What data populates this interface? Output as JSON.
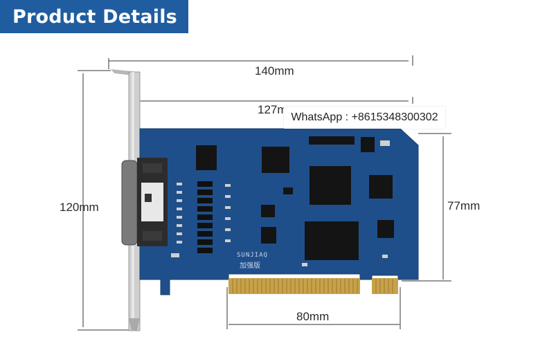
{
  "banner": {
    "title": "Product Details"
  },
  "dimensions": {
    "width_total": "140mm",
    "width_inner": "127mm",
    "height_total": "120mm",
    "height_board": "77mm",
    "connector_width": "80mm"
  },
  "overlay": {
    "label": "WhatsApp : ",
    "phone": "+8615348300302"
  },
  "board": {
    "silkscreen_brand": "SUNJIAQ",
    "silkscreen_cn": "加强版"
  },
  "colors": {
    "banner": "#1f5da0",
    "pcb": "#1f4f8a",
    "gold": "#c8a24a",
    "bracket": "#c9c9c9"
  }
}
